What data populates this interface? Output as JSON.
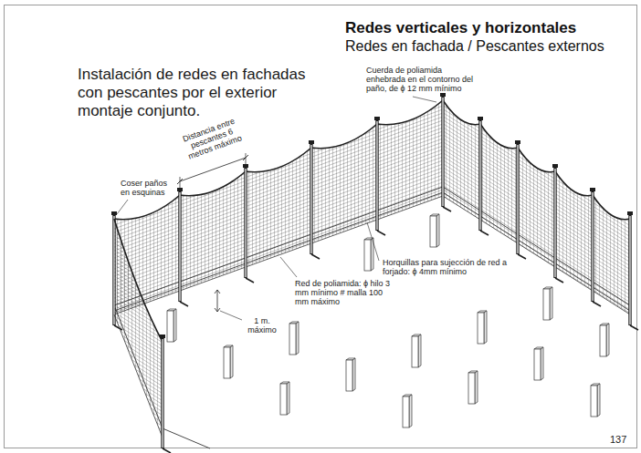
{
  "diagram": {
    "title": "Redes verticales y horizontales",
    "labels": [
      "Redes en fachada / Pescantes externos",
      "Instalación de redes en fachadas con pescantes por el exterior montaje conjunto.",
      "Distancia entre pescantes 6 metros máximo",
      "Cuerda de poliamida enhebrada en el contorno del paño, de ϕ 12 mm mínimo",
      "Coser paños en esquinas",
      "Horquillas para sujección de red a forjado: ϕ 4mm mínimo",
      "Red de poliamida: ϕ hilo 3 mm mínimo # malla 100 mm máximo",
      "1 m. máximo",
      "137"
    ]
  }
}
